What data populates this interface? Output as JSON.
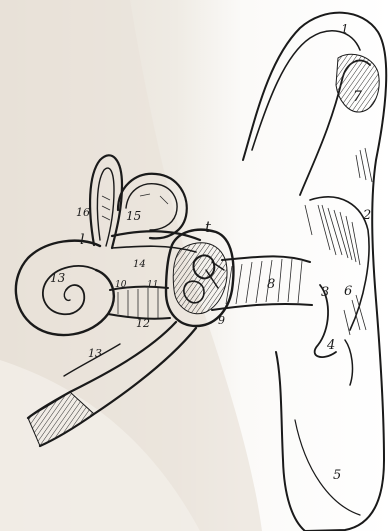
{
  "labels": {
    "l1": "1",
    "l2": "2",
    "l3": "3",
    "l4": "4",
    "l5": "5",
    "l6": "6",
    "l7": "7",
    "l8": "8",
    "l9": "9",
    "l10": "10",
    "l11": "11",
    "l12": "12",
    "l13": "13",
    "l14": "14",
    "l15": "15",
    "l16": "16",
    "lt": "t",
    "ll": "l",
    "lc13": "13"
  },
  "colors": {
    "background_left": "#e8e2d8",
    "background_fold": "#f7f5f1",
    "ink": "#1a1a1a"
  }
}
